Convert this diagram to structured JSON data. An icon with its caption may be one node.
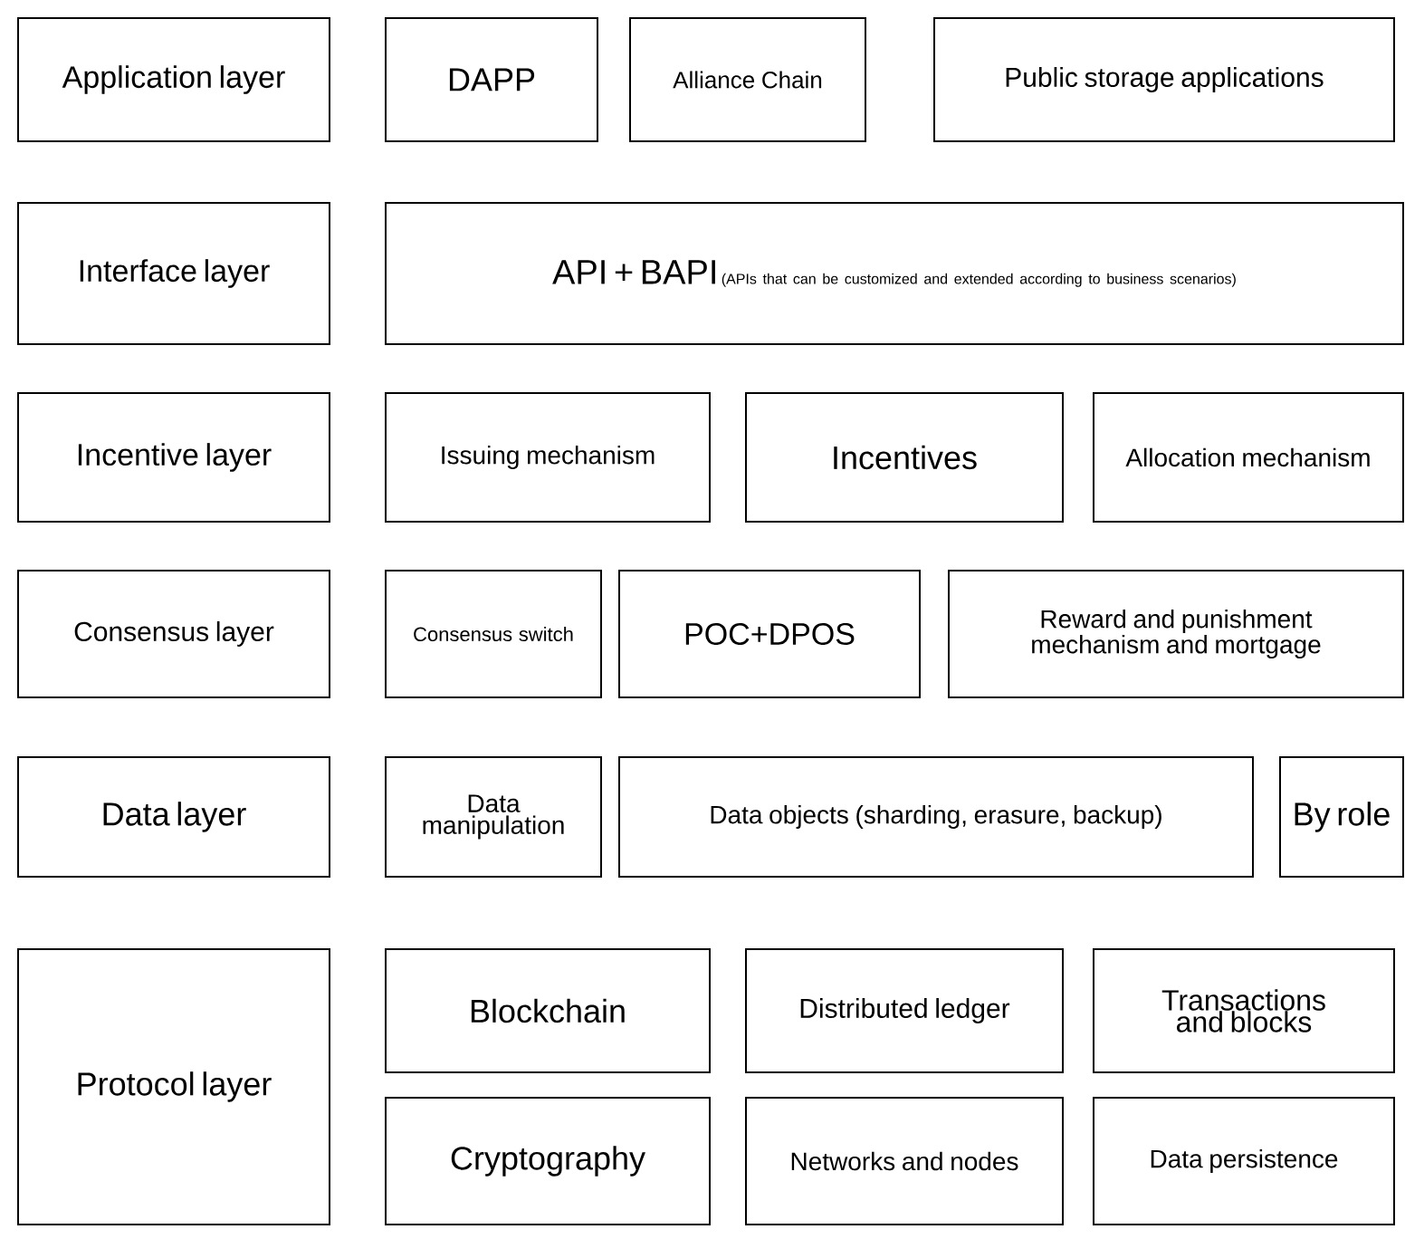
{
  "diagram": {
    "nodes": [
      {
        "text": [
          "Application layer"
        ]
      },
      {
        "text": [
          "DAPP"
        ]
      },
      {
        "text": [
          "Alliance Chain"
        ]
      },
      {
        "text": [
          "Public storage applications"
        ]
      },
      {
        "text": [
          "Interface layer"
        ]
      },
      {
        "text": [
          "API + BAPI",
          "(APIs that can be customized and extended according to business scenarios)"
        ]
      },
      {
        "text": [
          "Incentive layer"
        ]
      },
      {
        "text": [
          "Issuing mechanism"
        ]
      },
      {
        "text": [
          "Incentives"
        ]
      },
      {
        "text": [
          "Allocation mechanism"
        ]
      },
      {
        "text": [
          "Consensus layer"
        ]
      },
      {
        "text": [
          "Consensus switch"
        ]
      },
      {
        "text": [
          "POC+DPOS"
        ]
      },
      {
        "text": [
          "Reward and punishment mechanism and mortgage"
        ]
      },
      {
        "text": [
          "Data layer"
        ]
      },
      {
        "text": [
          "Data manipulation"
        ]
      },
      {
        "text": [
          "Data objects (sharding, erasure, backup)"
        ]
      },
      {
        "text": [
          "By role"
        ]
      },
      {
        "text": [
          "Protocol layer"
        ]
      },
      {
        "text": [
          "Blockchain"
        ]
      },
      {
        "text": [
          "Distributed ledger"
        ]
      },
      {
        "text": [
          "Transactions and blocks"
        ]
      },
      {
        "text": [
          "Cryptography"
        ]
      },
      {
        "text": [
          "Networks and nodes"
        ]
      },
      {
        "text": [
          "Data persistence"
        ]
      }
    ]
  }
}
